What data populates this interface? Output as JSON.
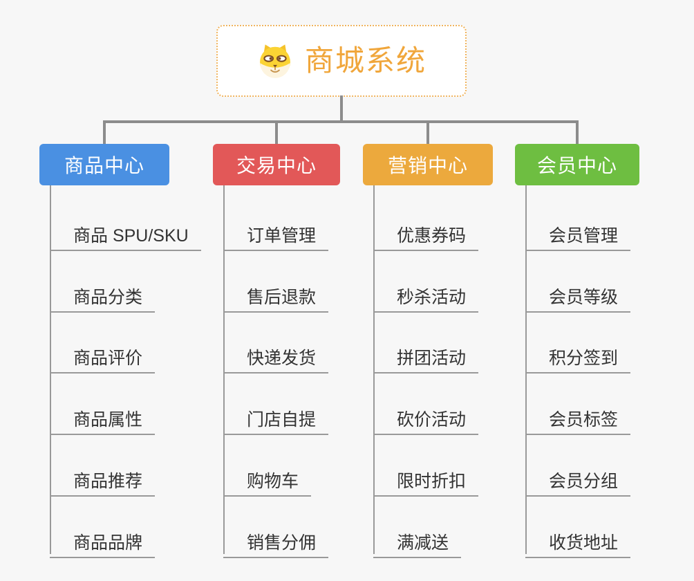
{
  "colors": {
    "background": "#f7f7f7",
    "connector": "#8c8c8c",
    "leaf_line": "#999999",
    "leaf_text": "#333333",
    "root_border": "#f0b45e",
    "root_title": "#f0a63b",
    "branch_text": "#ffffff"
  },
  "root": {
    "title": "商城系统",
    "icon": "shiba-dog-face-icon"
  },
  "branches": [
    {
      "label": "商品中心",
      "color": "#4a90e2",
      "items": [
        "商品 SPU/SKU",
        "商品分类",
        "商品评价",
        "商品属性",
        "商品推荐",
        "商品品牌"
      ]
    },
    {
      "label": "交易中心",
      "color": "#e25858",
      "items": [
        "订单管理",
        "售后退款",
        "快递发货",
        "门店自提",
        "购物车",
        "销售分佣"
      ]
    },
    {
      "label": "营销中心",
      "color": "#eca93d",
      "items": [
        "优惠券码",
        "秒杀活动",
        "拼团活动",
        "砍价活动",
        "限时折扣",
        "满减送"
      ]
    },
    {
      "label": "会员中心",
      "color": "#6ebe41",
      "items": [
        "会员管理",
        "会员等级",
        "积分签到",
        "会员标签",
        "会员分组",
        "收货地址"
      ]
    }
  ]
}
